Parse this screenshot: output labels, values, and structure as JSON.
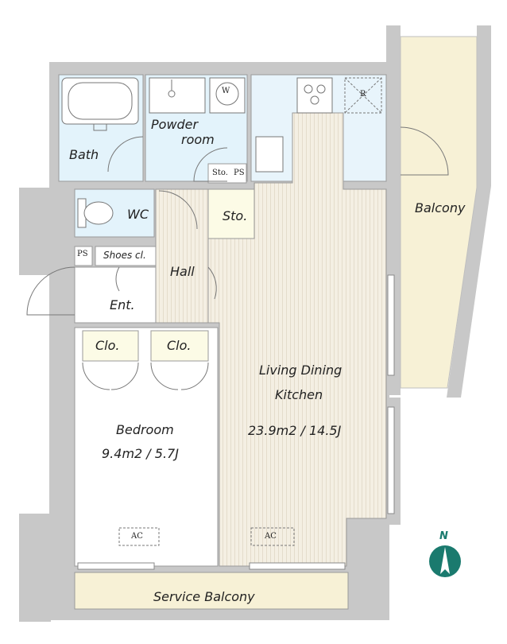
{
  "rooms": {
    "bath": "Bath",
    "powder": [
      "Powder",
      "room"
    ],
    "wc": "WC",
    "storage_small": "Sto.",
    "storage": "Sto.",
    "hall": "Hall",
    "entrance": "Ent.",
    "shoes": "Shoes cl.",
    "closet_1": "Clo.",
    "closet_2": "Clo.",
    "bedroom": "Bedroom",
    "bedroom_area": "9.4m2 / 5.7J",
    "ldk": [
      "Living Dining",
      "Kitchen"
    ],
    "ldk_area": "23.9m2 / 14.5J",
    "balcony": "Balcony",
    "service_balcony": "Service Balcony"
  },
  "fixtures": {
    "ps_1": "PS",
    "ps_2": "PS",
    "washer": "W",
    "fridge": "R",
    "ac_1": "AC",
    "ac_2": "AC"
  },
  "compass": {
    "north": "N"
  },
  "colors": {
    "wall": "#c8c8c8",
    "wet_area": "#e3f3fb",
    "floor_wood": "#f3eee2",
    "wood_line": "#e2dac8",
    "balcony": "#f7f1d6",
    "storage": "#fcfbe6",
    "compass": "#1a7a6e"
  }
}
